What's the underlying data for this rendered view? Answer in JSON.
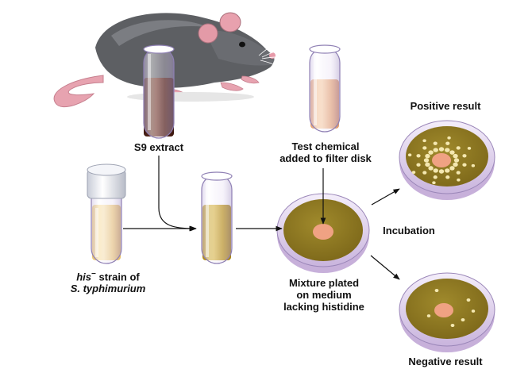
{
  "labels": {
    "s9_extract": "S9 extract",
    "test_chemical_line1": "Test chemical",
    "test_chemical_line2": "added to filter disk",
    "positive_result": "Positive result",
    "incubation": "Incubation",
    "negative_result": "Negative result",
    "mixture_line1": "Mixture plated",
    "mixture_line2": "on medium",
    "mixture_line3": "lacking histidine",
    "strain_genotype": "his",
    "strain_genotype_superscript": "−",
    "strain_suffix": " strain of",
    "strain_species": "S. typhimurium"
  },
  "colors": {
    "rat_body": "#5d5f63",
    "s9_liquid": "#5a2418",
    "chemical_liquid": "#f3b98a",
    "bacteria_liquid": "#f6d98a",
    "mixture_liquid": "#c9a21c",
    "agar": "#8a7320",
    "filter_disk": "#f0a283",
    "colony": "#f4e8b0"
  }
}
